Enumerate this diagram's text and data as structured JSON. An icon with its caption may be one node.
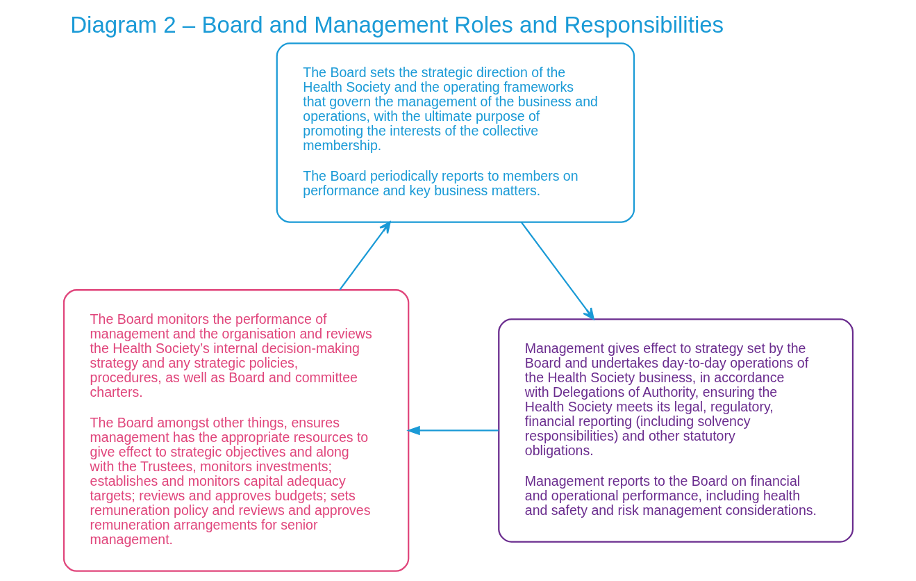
{
  "diagram": {
    "title": "Diagram 2 – Board and Management Roles and Responsibilities",
    "nodes": [
      {
        "text": [
          "The Board sets the strategic direction of the Health Society and the operating frameworks that govern the management of the business and operations, with the ultimate purpose of promoting the interests of the collective membership.",
          "The Board periodically reports to members on performance and key business matters."
        ]
      },
      {
        "text": [
          "Management gives effect to strategy set by the Board and undertakes day-to-day operations of the Health Society business, in accordance with Delegations of Authority, ensuring the Health Society meets its legal, regulatory, financial reporting (including solvency responsibilities) and other statutory obligations.",
          "Management reports to the Board on financial and operational performance, including health and safety and risk management considerations."
        ]
      },
      {
        "text": [
          "The Board monitors the performance of management and the organisation and reviews the Health Society’s internal decision-making strategy and any strategic policies, procedures, as well as Board and committee charters.",
          "The Board amongst other things, ensures management has the appropriate resources to give effect to strategic objectives and along with the Trustees, monitors investments; establishes and monitors capital adequacy targets; reviews and approves budgets; sets remuneration policy and reviews and approves remuneration arrangements for senior management."
        ]
      }
    ],
    "edges": [
      {
        "from": 0,
        "to": 1,
        "arrow": "to"
      },
      {
        "from": 1,
        "to": 2,
        "arrow": "to"
      },
      {
        "from": 2,
        "to": 0,
        "arrow": "to"
      }
    ]
  }
}
